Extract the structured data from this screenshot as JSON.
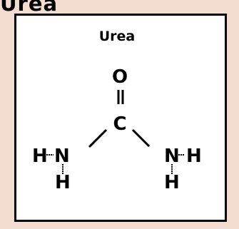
{
  "cut_off_text": "Urea",
  "molecule": {
    "title": "Urea",
    "atoms": {
      "oxygen": "O",
      "carbon": "C",
      "left_n": "N",
      "left_h1": "H",
      "left_h2": "H",
      "right_n": "N",
      "right_h1": "H",
      "right_h2": "H"
    },
    "bonds": [
      "C=O",
      "C-N",
      "C-N",
      "N-H",
      "N-H",
      "N-H",
      "N-H"
    ]
  }
}
